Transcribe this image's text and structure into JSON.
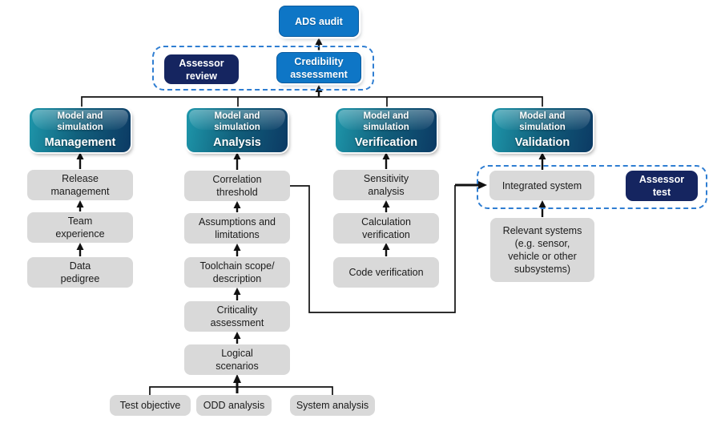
{
  "colors": {
    "bright_blue": "#0e76c6",
    "navy": "#152560",
    "teal_left": "#1e97ab",
    "teal_right": "#0c3a64",
    "gray": "#d9d9d9",
    "dashed_blue": "#2f7ed2",
    "arrow_black": "#111111"
  },
  "top": {
    "ads_audit": "ADS audit",
    "assessor_review": "Assessor\nreview",
    "credibility_assessment": "Credibility\nassessment"
  },
  "columns": [
    {
      "header_line1": "Model and\nsimulation",
      "header_line2": "Management",
      "items": [
        "Release\nmanagement",
        "Team\nexperience",
        "Data\npedigree"
      ]
    },
    {
      "header_line1": "Model and\nsimulation",
      "header_line2": "Analysis",
      "items": [
        "Correlation\nthreshold",
        "Assumptions and\nlimitations",
        "Toolchain scope/\ndescription",
        "Criticality\nassessment",
        "Logical\nscenarios"
      ]
    },
    {
      "header_line1": "Model and\nsimulation",
      "header_line2": "Verification",
      "items": [
        "Sensitivity\nanalysis",
        "Calculation\nverification",
        "Code verification"
      ]
    },
    {
      "header_line1": "Model and\nsimulation",
      "header_line2": "Validation",
      "items": [
        "Integrated system",
        "Relevant systems\n(e.g. sensor,\nvehicle or other\nsubsystems)"
      ],
      "assessor_test": "Assessor\ntest"
    }
  ],
  "bottom_row": [
    "Test objective",
    "ODD analysis",
    "System analysis"
  ]
}
